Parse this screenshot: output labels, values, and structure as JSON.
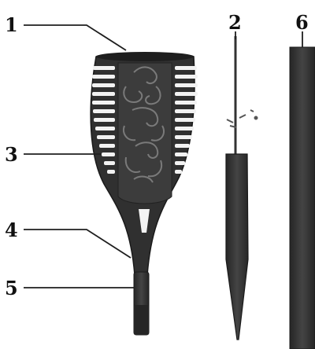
{
  "callouts": [
    {
      "number": "1",
      "part": "head"
    },
    {
      "number": "2",
      "part": "stake"
    },
    {
      "number": "3",
      "part": "body"
    },
    {
      "number": "4",
      "part": "neck"
    },
    {
      "number": "5",
      "part": "handle"
    },
    {
      "number": "6",
      "part": "pole"
    }
  ],
  "colors": {
    "part_fill": "#3a3a3a",
    "part_dark": "#1e1e1e",
    "slot_fill": "#f4f4f4",
    "pattern": "#6c6c6c",
    "background": "#ffffff"
  }
}
